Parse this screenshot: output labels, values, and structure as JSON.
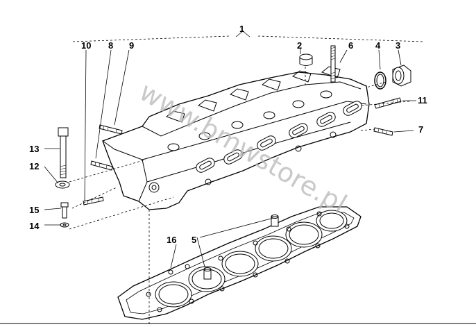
{
  "diagram": {
    "callouts": [
      "1",
      "2",
      "3",
      "4",
      "5",
      "6",
      "7",
      "8",
      "9",
      "10",
      "11",
      "12",
      "13",
      "14",
      "15",
      "16"
    ],
    "watermark": "www.bmwstore.pl"
  }
}
